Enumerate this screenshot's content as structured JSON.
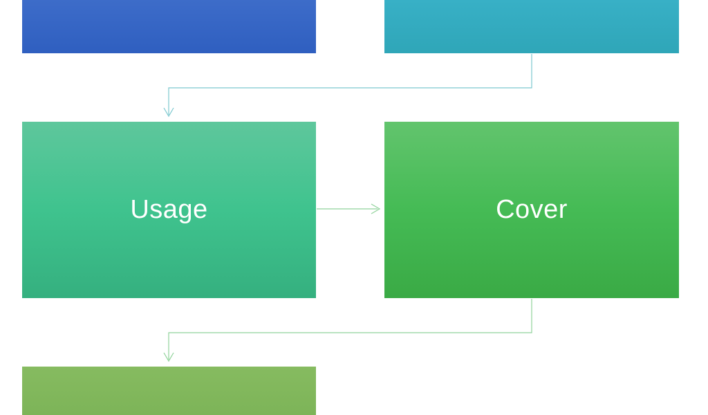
{
  "diagram": {
    "nodes": [
      {
        "id": "top-left",
        "label": "",
        "color": "#3566c6"
      },
      {
        "id": "top-right",
        "label": "",
        "color": "#33abbf"
      },
      {
        "id": "usage",
        "label": "Usage",
        "color": "#42c28f"
      },
      {
        "id": "cover",
        "label": "Cover",
        "color": "#43b952"
      },
      {
        "id": "bottom-left",
        "label": "",
        "color": "#82b85b"
      }
    ],
    "connector_colors": {
      "teal": "#7cc8cf",
      "green": "#8fd29a"
    }
  }
}
